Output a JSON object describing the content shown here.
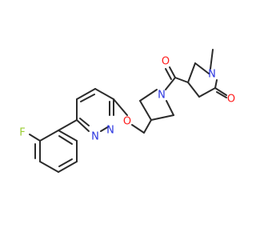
{
  "molecule": {
    "atoms": {
      "fluorine": "F",
      "ether_oxygen": "O",
      "pyridazine_n1": "N",
      "pyridazine_n2": "N",
      "pyrrolidine_n": "N",
      "carbonyl_o": "O",
      "lactam_n": "N",
      "lactam_o": "O"
    }
  },
  "colors": {
    "bond": "#2b2b2b",
    "fluorine": "#9acd32",
    "oxygen": "#ff1a1a",
    "nitrogen": "#2a35e0"
  }
}
